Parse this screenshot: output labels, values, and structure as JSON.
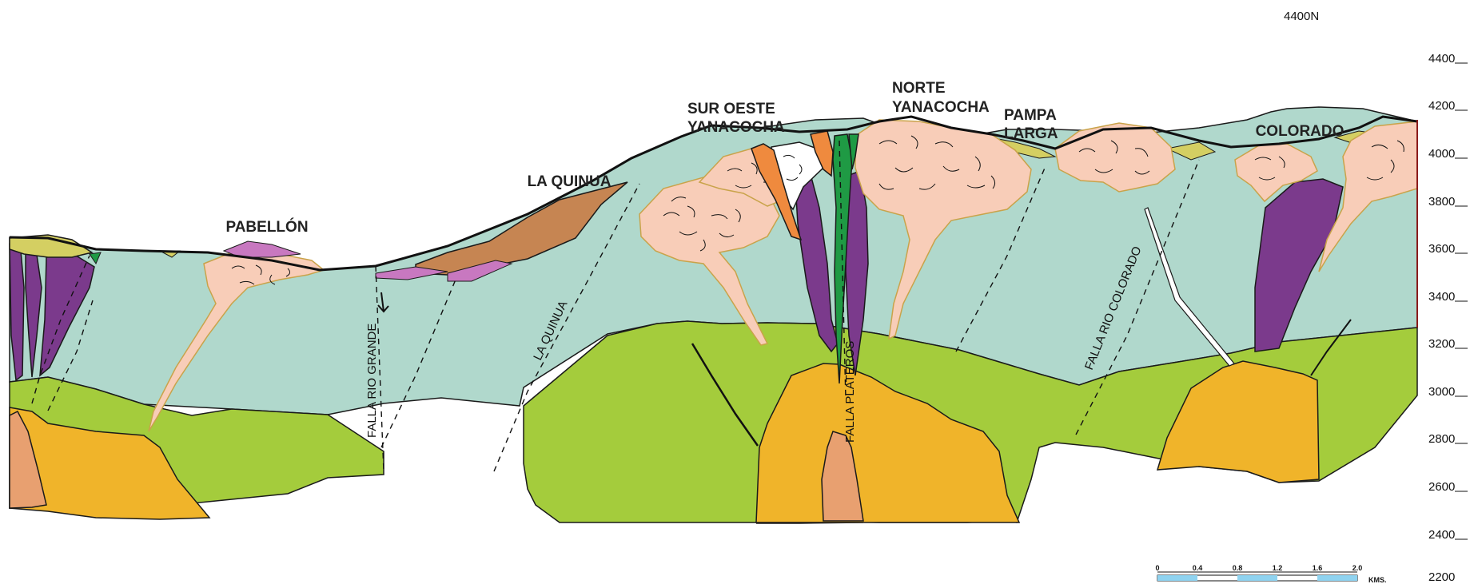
{
  "section": {
    "northing": "4400N",
    "deposits": [
      {
        "id": "pabellon",
        "label": "PABELLÓN"
      },
      {
        "id": "la-quinua",
        "label": "LA QUINUA"
      },
      {
        "id": "sur-oeste",
        "lines": [
          "SUR OESTE",
          "YANACOCHA"
        ]
      },
      {
        "id": "norte",
        "lines": [
          "NORTE",
          "YANACOCHA"
        ]
      },
      {
        "id": "pampa-larga",
        "lines": [
          "PAMPA",
          "LARGA"
        ]
      },
      {
        "id": "colorado",
        "label": "COLORADO"
      }
    ],
    "faults": [
      {
        "id": "rio-grande",
        "label": "FALLA RIO GRANDE"
      },
      {
        "id": "la-quinua",
        "label": "LA QUINUA"
      },
      {
        "id": "plateros",
        "label": "FALLA PLATEROS"
      },
      {
        "id": "rio-colorado",
        "label": "FALLA RIO COLORADO"
      }
    ],
    "elevation_ticks": [
      "4400",
      "4200",
      "4000",
      "3800",
      "3600",
      "3400",
      "3200",
      "3000",
      "2800",
      "2600",
      "2400",
      "2200"
    ],
    "scale_bar": {
      "ticks": [
        "0",
        "0.4",
        "0.8",
        "1.2",
        "1.6",
        "2.0"
      ],
      "unit": "KMS."
    },
    "colors": {
      "volcanic_upper": "#b0d8cc",
      "volcanic_lower": "#a4cc3c",
      "basement": "#f0b42a",
      "intrusive_dike": "#e8a070",
      "dacite_dome": "#f8cdb8",
      "diorite": "#7b3a8c",
      "gravels": "#d4cf62",
      "sediments": "#c68552",
      "silica": "#ffffff",
      "green_vein": "#1f9a44",
      "orange_alteration": "#ef8a3e",
      "pink_lens": "#c878c0",
      "outline": "#1a1a1a"
    }
  }
}
